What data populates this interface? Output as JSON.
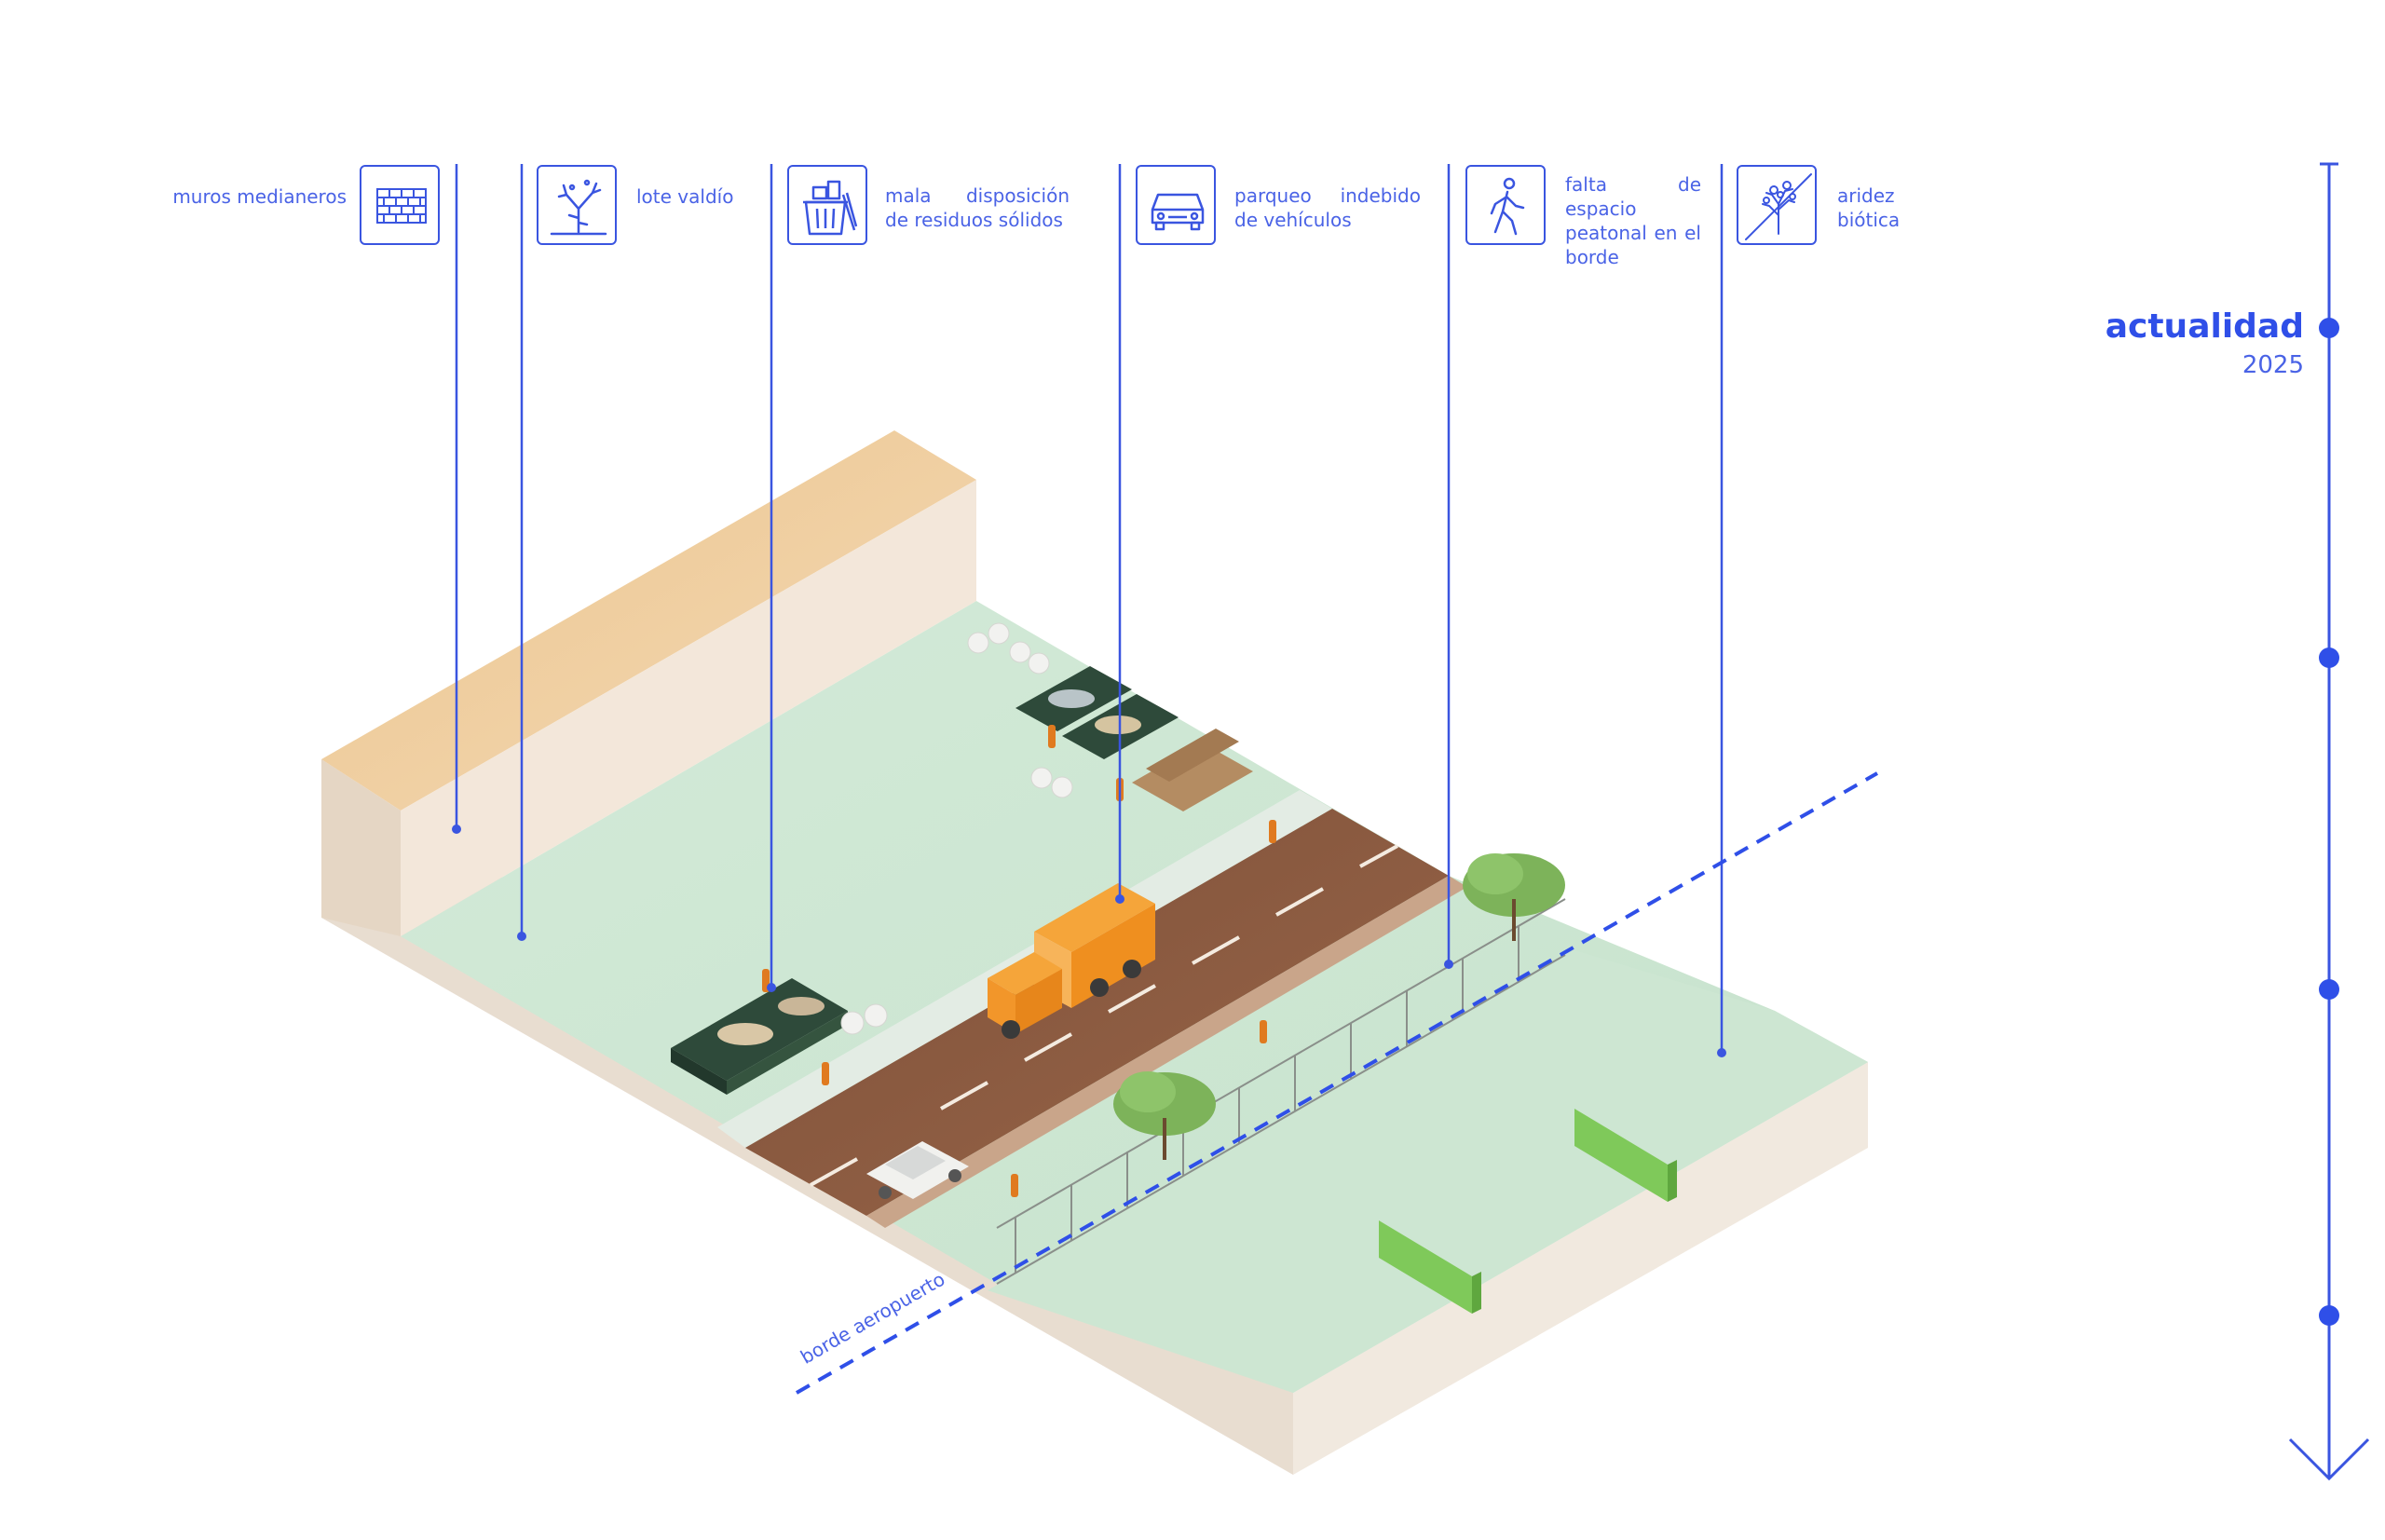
{
  "labels": {
    "muros": "muros medianeros",
    "lote": "lote valdío",
    "residuos": "mala disposición de residuos sólidos",
    "parqueo": "parqueo indebido de vehículos",
    "peatonal": "falta de espacio peatonal en el borde",
    "aridez": "aridez biótica"
  },
  "timeline": {
    "title": "actualidad",
    "year": "2025"
  },
  "edge_label": "borde aeropuerto",
  "icons": [
    "brick-wall-icon",
    "vacant-lot-icon",
    "trash-bin-icon",
    "car-icon",
    "pedestrian-icon",
    "dead-tree-icon"
  ],
  "colors": {
    "accent": "#3a55e0",
    "ground": "#cfe6d4",
    "road": "#8a5a3f",
    "wall_top": "#e9c79a",
    "wall_side": "#efe2d2",
    "truck": "#f39a2a"
  }
}
